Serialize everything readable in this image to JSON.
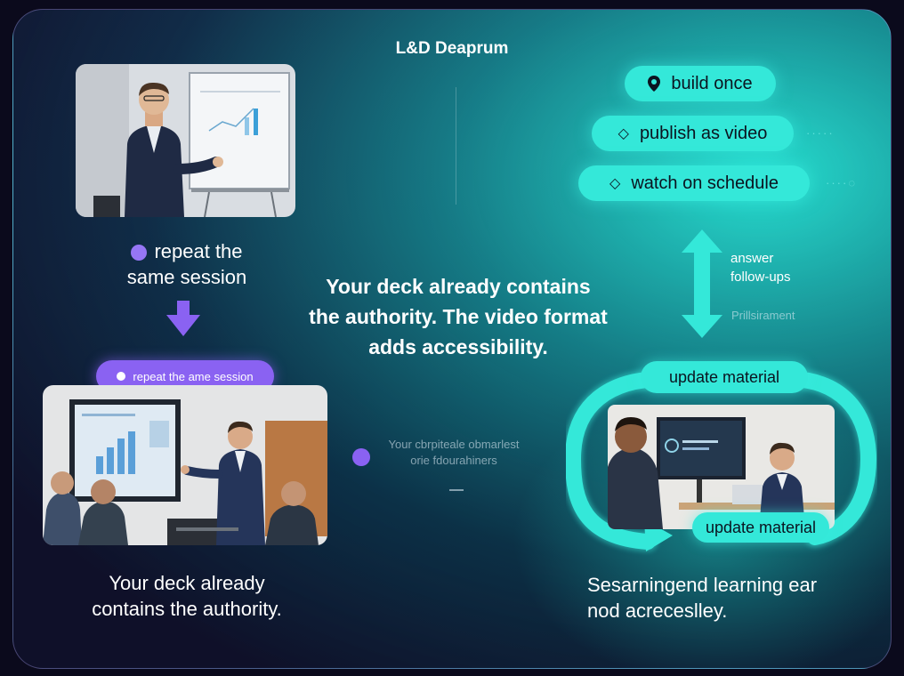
{
  "title": "L&D Deaprum",
  "steps": [
    {
      "icon": "location-pin-icon",
      "label": "build once"
    },
    {
      "icon": "diamond-icon",
      "label": "publish as video"
    },
    {
      "icon": "diamond-icon",
      "label": "watch on schedule"
    }
  ],
  "arrow_label": {
    "line1": "answer",
    "line2": "follow-ups",
    "faint": "Prillsirament"
  },
  "left_top_caption": {
    "line1": "repeat the",
    "line2": "same session"
  },
  "badge_label": "repeat the ame session",
  "center_text": {
    "line1": "Your deck already contains",
    "line2": "the authority. The video format",
    "line3": "adds accessibility."
  },
  "faint_center": {
    "line1": "Your cbrpiteale obmarlest",
    "line2": "orie fdourahiners"
  },
  "loop_labels": {
    "top": "update material",
    "bottom": "update material"
  },
  "left_bottom_caption": {
    "line1": "Your deck already",
    "line2": "contains the authority."
  },
  "right_bottom_caption": {
    "line1": "Sesarningend learning ear",
    "line2": "nod acreceslley."
  },
  "colors": {
    "teal": "#34e8d9",
    "purple": "#8a62f2",
    "background": "#0b0a1c"
  }
}
